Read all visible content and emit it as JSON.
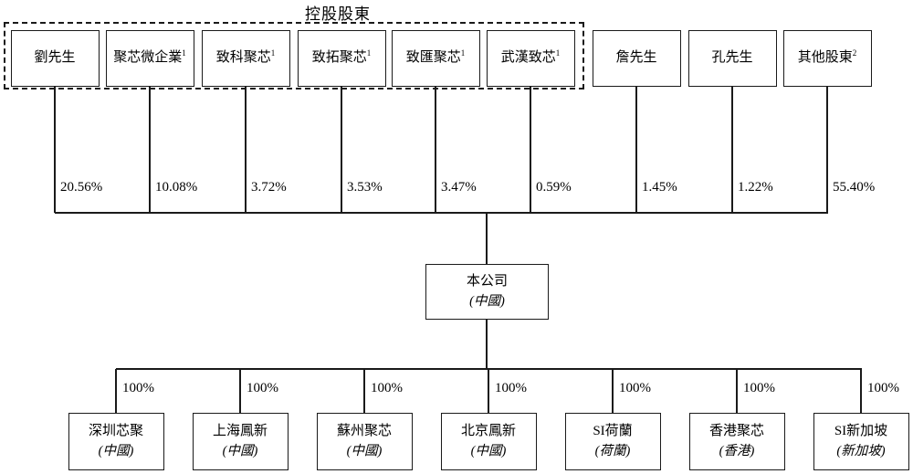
{
  "diagram": {
    "group_label": "控股股東",
    "company": {
      "name": "本公司",
      "jurisdiction": "(中國)"
    },
    "shareholders": [
      {
        "name": "劉先生",
        "note": "",
        "ownership": "20.56%",
        "in_group": true
      },
      {
        "name": "聚芯微企業",
        "note": "1",
        "ownership": "10.08%",
        "in_group": true
      },
      {
        "name": "致科聚芯",
        "note": "1",
        "ownership": "3.72%",
        "in_group": true
      },
      {
        "name": "致拓聚芯",
        "note": "1",
        "ownership": "3.53%",
        "in_group": true
      },
      {
        "name": "致匯聚芯",
        "note": "1",
        "ownership": "3.47%",
        "in_group": true
      },
      {
        "name": "武漢致芯",
        "note": "1",
        "ownership": "0.59%",
        "in_group": true
      },
      {
        "name": "詹先生",
        "note": "",
        "ownership": "1.45%",
        "in_group": false
      },
      {
        "name": "孔先生",
        "note": "",
        "ownership": "1.22%",
        "in_group": false
      },
      {
        "name": "其他股東",
        "note": "2",
        "ownership": "55.40%",
        "in_group": false
      }
    ],
    "subsidiaries": [
      {
        "name": "深圳芯聚",
        "jurisdiction": "(中國)",
        "ownership": "100%"
      },
      {
        "name": "上海鳳新",
        "jurisdiction": "(中國)",
        "ownership": "100%"
      },
      {
        "name": "蘇州聚芯",
        "jurisdiction": "(中國)",
        "ownership": "100%"
      },
      {
        "name": "北京鳳新",
        "jurisdiction": "(中國)",
        "ownership": "100%"
      },
      {
        "name": "SI荷蘭",
        "jurisdiction": "(荷蘭)",
        "ownership": "100%"
      },
      {
        "name": "香港聚芯",
        "jurisdiction": "(香港)",
        "ownership": "100%"
      },
      {
        "name": "SI新加坡",
        "jurisdiction": "(新加坡)",
        "ownership": "100%"
      }
    ],
    "colors": {
      "line": "#1a1a1a",
      "background": "#ffffff",
      "text": "#000000"
    }
  }
}
